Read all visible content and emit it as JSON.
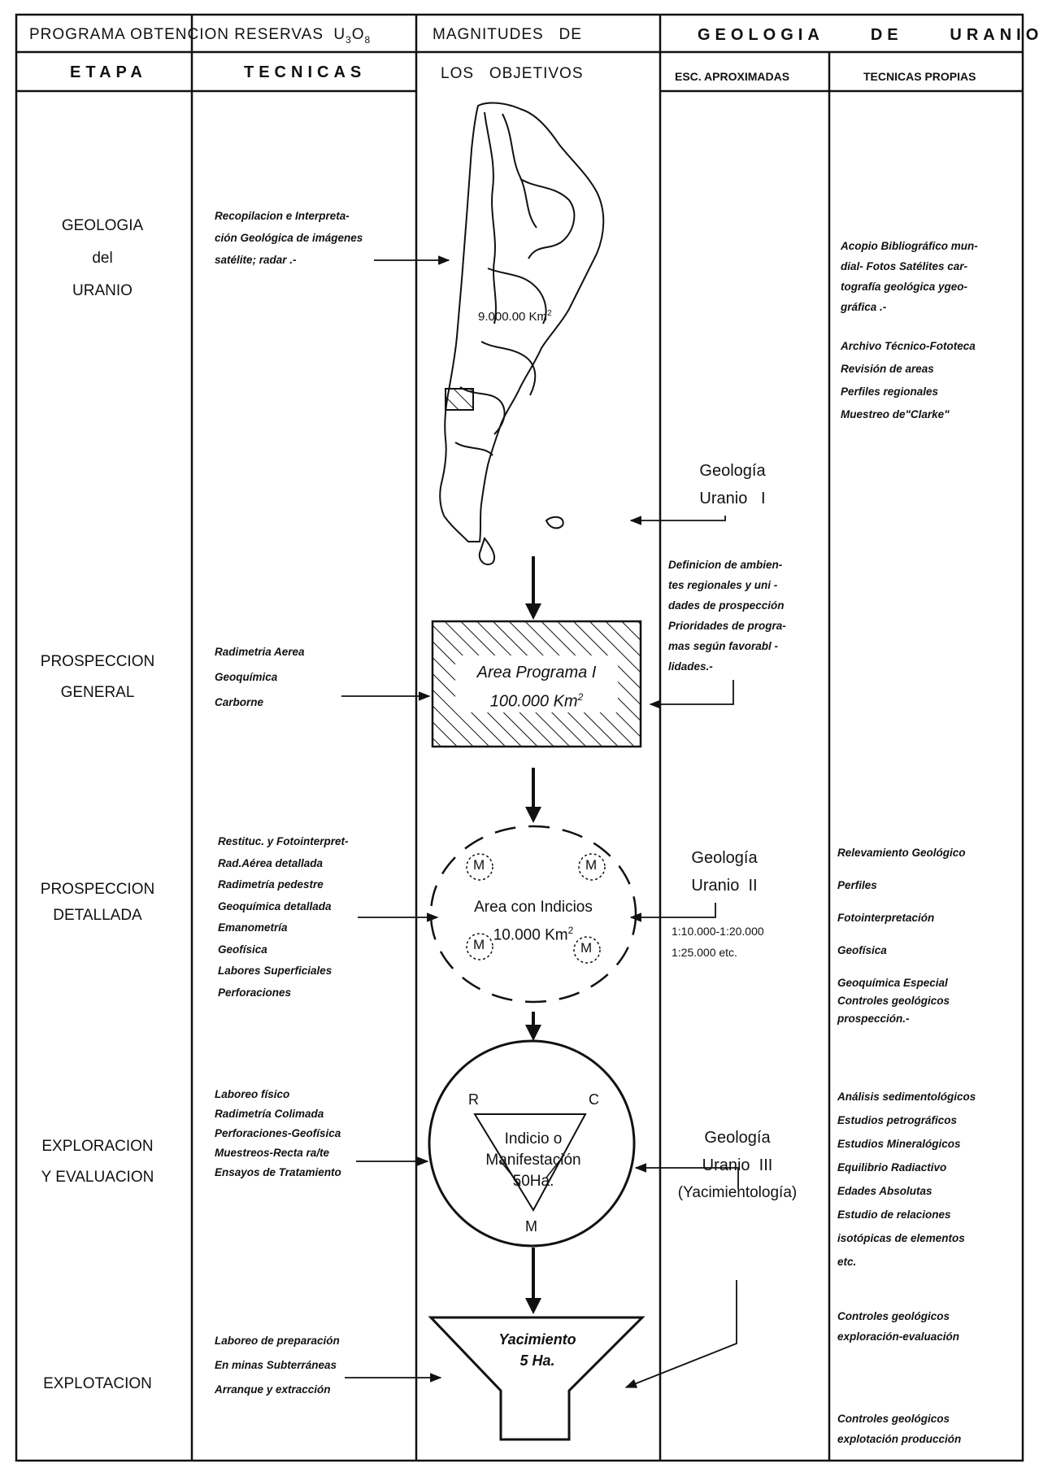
{
  "header": {
    "program_prefix": "PROGRAMA OBTENCION RESERVAS",
    "program_formula": "U",
    "program_sub1": "3",
    "program_mid": "O",
    "program_sub2": "8",
    "magnitudes_line1": "MAGNITUDES   DE",
    "magnitudes_line2": "LOS   OBJETIVOS",
    "geologia_title": "GEOLOGIA     DE     URANIO",
    "etapa": "ETAPA",
    "tecnicas": "TECNICAS",
    "esc_aproximadas": "ESC. APROXIMADAS",
    "tecnicas_propias": "TECNICAS PROPIAS"
  },
  "stages": [
    {
      "line1": "GEOLOGIA",
      "line2": "del",
      "line3": "URANIO"
    },
    {
      "line1": "PROSPECCION",
      "line2": "GENERAL"
    },
    {
      "line1": "PROSPECCION",
      "line2": "DETALLADA"
    },
    {
      "line1": "EXPLORACION",
      "line2": "Y EVALUACION"
    },
    {
      "line1": "EXPLOTACION"
    }
  ],
  "techniques": {
    "geologia": [
      "Recopilacion e Interpreta-",
      "ción Geológica de imágenes",
      "satélite; radar .-"
    ],
    "prospeccion_general": [
      "Radimetria  Aerea",
      "Geoquímica",
      "Carborne"
    ],
    "prospeccion_detallada": [
      "Restituc. y Fotointerpret-",
      "Rad.Aérea detallada",
      "Radimetría pedestre",
      "Geoquímica detallada",
      "Emanometría",
      "Geofísica",
      "Labores Superficiales",
      "Perforaciones"
    ],
    "exploracion": [
      "Laboreo físico",
      "Radimetría Colimada",
      "Perforaciones-Geofísica",
      "Muestreos-Recta ra/te",
      "Ensayos de Tratamiento"
    ],
    "explotacion": [
      "Laboreo de preparación",
      "En minas Subterráneas",
      "Arranque y extracción"
    ]
  },
  "magnitudes": {
    "map_area": "9.000.00 Km",
    "map_area_sup": "2",
    "area_programa_line1": "Area Programa I",
    "area_programa_line2": "100.000  Km",
    "area_programa_sup": "2",
    "area_indicios_line1": "Area con Indicios",
    "area_indicios_line2": "10.000 Km",
    "area_indicios_sup": "2",
    "m_label": "M",
    "indicio_r": "R",
    "indicio_c": "C",
    "indicio_m": "M",
    "indicio_line1": "Indicio  o",
    "indicio_line2": "Manifestación",
    "indicio_line3": "50Ha.",
    "yacimiento_line1": "Yacimiento",
    "yacimiento_line2": "5 Ha."
  },
  "geologia_uranio": {
    "g1_line1": "Geología",
    "g1_line2": "Uranio   I",
    "g1_desc": [
      "Definicion de ambien-",
      "tes regionales y uni -",
      "dades de prospección",
      "Prioridades de progra-",
      "mas según favorabl -",
      "lidades.-"
    ],
    "g2_line1": "Geología",
    "g2_line2": "Uranio  II",
    "g2_scales": [
      "1:10.000-1:20.000",
      "1:25.000  etc."
    ],
    "g3_line1": "Geología",
    "g3_line2": "Uranio  III",
    "g3_line3": "(Yacimientología)"
  },
  "tecnicas_propias": {
    "geologia": [
      "Acopio Bibliográfico mun-",
      "dial- Fotos Satélites car-",
      "tografía geológica ygeo-",
      "gráfica .-"
    ],
    "archivo": [
      "Archivo Técnico-Fototeca",
      "Revisión de areas",
      "Perfiles regionales",
      "Muestreo de\"Clarke\""
    ],
    "detallada": [
      "Relevamiento Geológico",
      "Perfiles",
      "Fotointerpretación",
      "Geofísica",
      "Geoquímica Especial",
      "Controles geológicos",
      "prospección.-"
    ],
    "exploracion": [
      "Análisis sedimentológicos",
      "Estudios petrográficos",
      "Estudios Mineralógicos",
      "Equilibrio Radiactivo",
      "Edades Absolutas",
      "Estudio de relaciones",
      "isotópicas de elementos",
      "etc."
    ],
    "controles_eval": [
      "Controles geológicos",
      "exploración-evaluación"
    ],
    "controles_expl": [
      "Controles geológicos",
      "explotación producción"
    ]
  }
}
